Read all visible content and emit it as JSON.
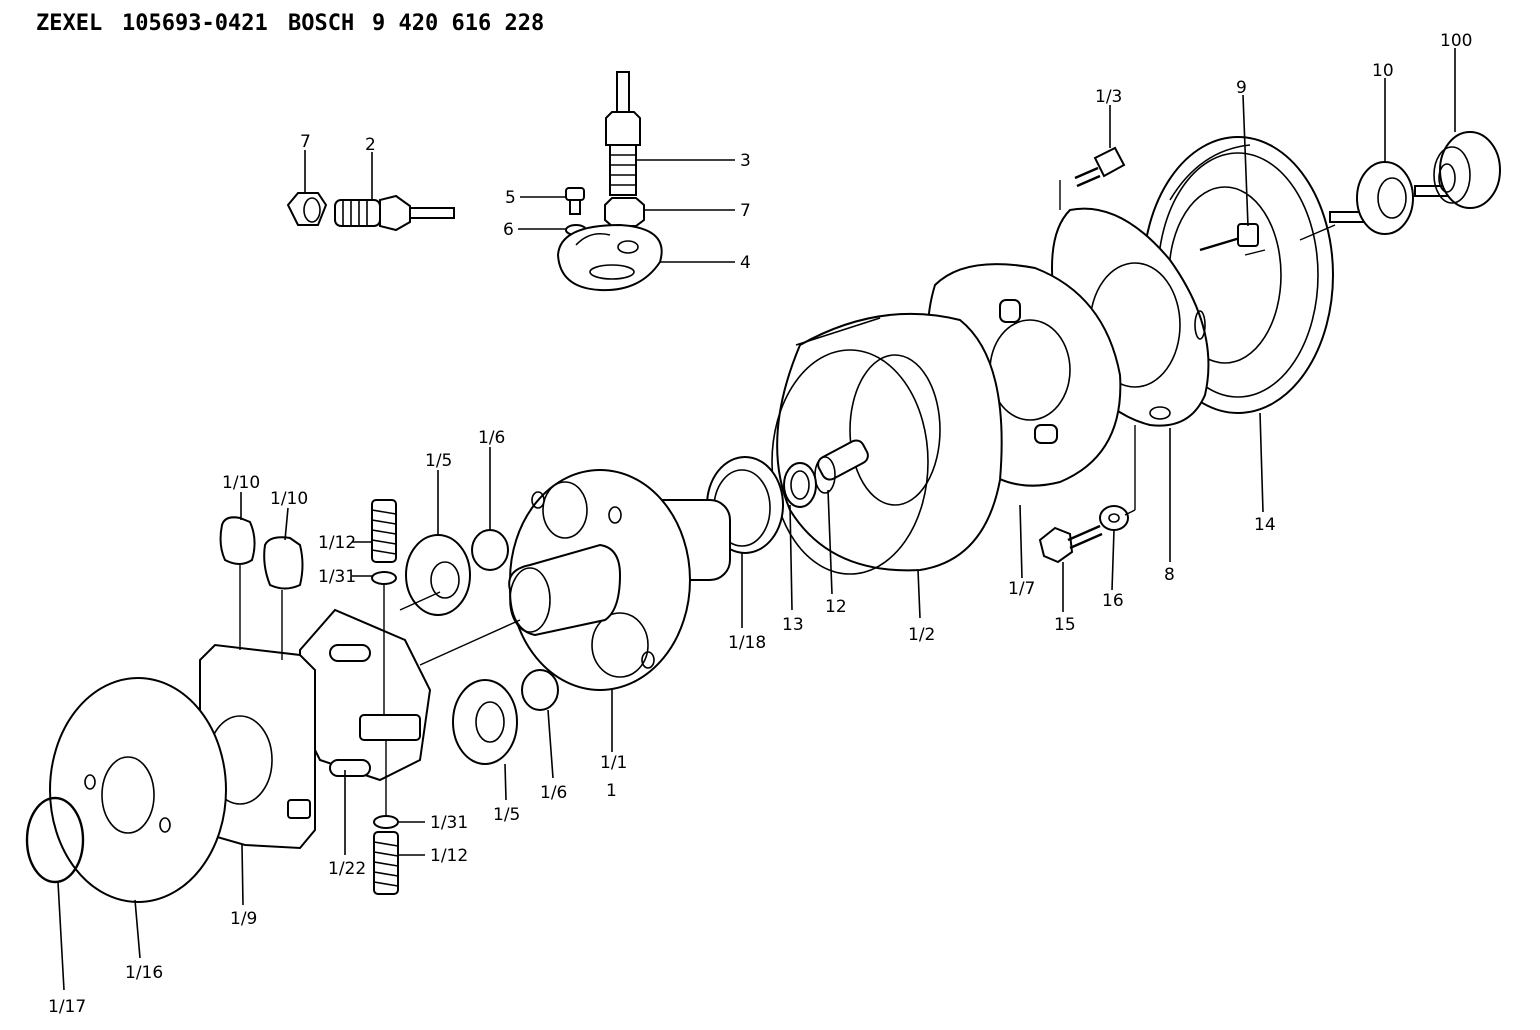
{
  "header": {
    "brand": "ZEXEL",
    "zexel_number": "105693-0421",
    "oem": "BOSCH",
    "oem_number": "9 420 616 228"
  },
  "callouts": {
    "c_7a": "7",
    "c_2": "2",
    "c_3": "3",
    "c_5": "5",
    "c_7b": "7",
    "c_6": "6",
    "c_4": "4",
    "c_1_3": "1/3",
    "c_9": "9",
    "c_10": "10",
    "c_100": "100",
    "c_1_10a": "1/10",
    "c_1_10b": "1/10",
    "c_1_5a": "1/5",
    "c_1_6a": "1/6",
    "c_1_12a": "1/12",
    "c_1_31a": "1/31",
    "c_1_18": "1/18",
    "c_13": "13",
    "c_12": "12",
    "c_1_2": "1/2",
    "c_1_7": "1/7",
    "c_15": "15",
    "c_16": "16",
    "c_8": "8",
    "c_14": "14",
    "c_1_1": "1/1",
    "c_1": "1",
    "c_1_6b": "1/6",
    "c_1_5b": "1/5",
    "c_1_31b": "1/31",
    "c_1_12b": "1/12",
    "c_1_22": "1/22",
    "c_1_9": "1/9",
    "c_1_16": "1/16",
    "c_1_17": "1/17"
  }
}
